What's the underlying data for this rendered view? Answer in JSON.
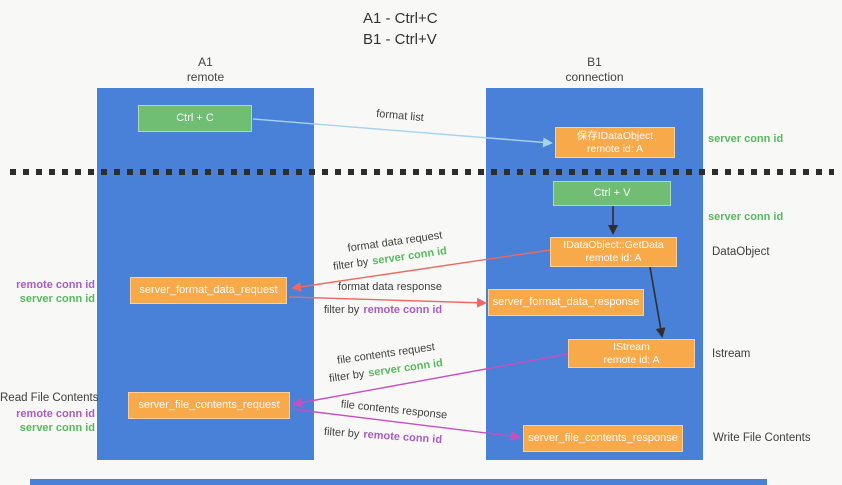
{
  "title": {
    "line1": "A1 - Ctrl+C",
    "line2": "B1 - Ctrl+V"
  },
  "columns": {
    "left": {
      "name": "A1",
      "subtitle": "remote"
    },
    "right": {
      "name": "B1",
      "subtitle": "connection"
    }
  },
  "nodes": {
    "ctrl_c": {
      "label": "Ctrl + C"
    },
    "save_idataobject": {
      "line1": "保存IDataObject",
      "line2": "remote id: A"
    },
    "ctrl_v": {
      "label": "Ctrl + V"
    },
    "getdata": {
      "line1": "IDataObject::GetData",
      "line2": "remote id: A"
    },
    "server_format_data_request": {
      "label": "server_format_data_request"
    },
    "server_format_data_response": {
      "label": "server_format_data_response"
    },
    "istream": {
      "line1": "IStream",
      "line2": "remote id: A"
    },
    "server_file_contents_request": {
      "label": "server_file_contents_request"
    },
    "server_file_contents_response": {
      "label": "server_file_contents_response"
    }
  },
  "side_labels": {
    "server_conn_id_top": "server conn id",
    "server_conn_id_mid": "server conn id",
    "dataobject": "DataObject",
    "istream": "Istream",
    "write_file_contents": "Write File Contents",
    "read_file_contents": "Read File Contents",
    "left_top": {
      "remote_conn_id": "remote conn id",
      "server_conn_id": "server conn id"
    },
    "left_bottom": {
      "remote_conn_id": "remote conn id",
      "server_conn_id": "server conn id"
    }
  },
  "arrow_labels": {
    "format_list": "format list",
    "format_data_request": {
      "text": "format data request",
      "filter_prefix": "filter by",
      "filter_value": "server conn id"
    },
    "format_data_response": {
      "text": "format data response",
      "filter_prefix": "filter by",
      "filter_value": "remote conn id"
    },
    "file_contents_request": {
      "text": "file contents request",
      "filter_prefix": "filter by",
      "filter_value": "server conn id"
    },
    "file_contents_response": {
      "text": "file contents response",
      "filter_prefix": "filter by",
      "filter_value": "remote conn id"
    }
  },
  "colors": {
    "column_blue": "#4a81d8",
    "node_green": "#6fbe74",
    "node_orange": "#f8a94a",
    "green_text": "#58b95e",
    "purple_text": "#aa5cc4",
    "arrow_red": "#f0685f",
    "arrow_magenta": "#c94fc0",
    "arrow_lightblue": "#a6d3ee",
    "arrow_black": "#2e2e2e",
    "dotted_line": "#2d2d2d"
  }
}
